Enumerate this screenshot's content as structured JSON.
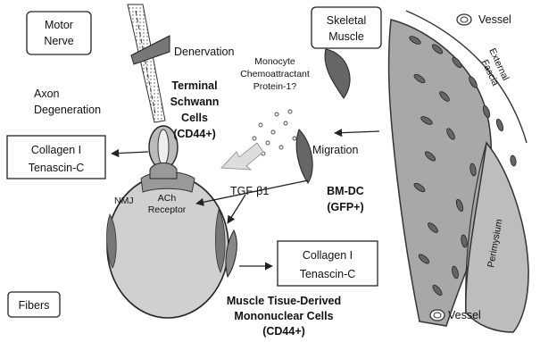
{
  "labels": {
    "motor_nerve_1": "Motor",
    "motor_nerve_2": "Nerve",
    "denervation": "Denervation",
    "axon_deg_1": "Axon",
    "axon_deg_2": "Degeneration",
    "schwann_1": "Terminal",
    "schwann_2": "Schwann",
    "schwann_3": "Cells",
    "schwann_4": "(CD44+)",
    "mcp_1": "Monocyte",
    "mcp_2": "Chemoattractant",
    "mcp_3": "Protein-1?",
    "skeletal_1": "Skeletal",
    "skeletal_2": "Muscle",
    "vessel_top": "Vessel",
    "vessel_bottom": "Vessel",
    "external_fascia_1": "External",
    "external_fascia_2": "Fascia",
    "perimysium": "Perimysium",
    "migration": "Migration",
    "collagen_left_1": "Collagen I",
    "collagen_left_2": "Tenascin-C",
    "nmj": "NMJ",
    "tgf": "TGF-β1",
    "ach_1": "ACh",
    "ach_2": "Receptor",
    "bmdc_1": "BM-DC",
    "bmdc_2": "(GFP+)",
    "collagen_right_1": "Collagen I",
    "collagen_right_2": "Tenascin-C",
    "fibers": "Fibers",
    "mono_1": "Muscle Tisue-Derived",
    "mono_2": "Mononuclear Cells",
    "mono_3": "(CD44+)"
  }
}
